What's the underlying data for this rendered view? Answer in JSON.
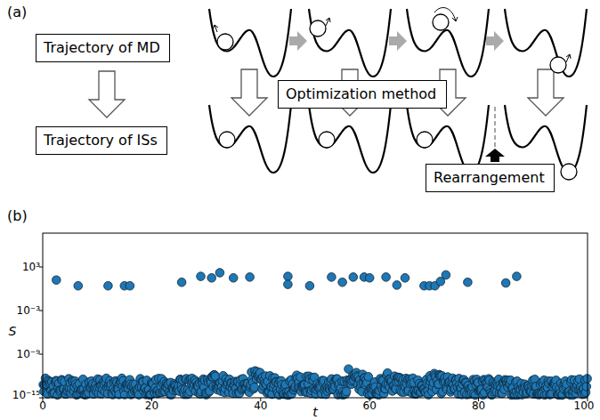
{
  "diagram": {
    "nodes": [
      {
        "text": [
          "Trajectory of MD"
        ]
      },
      {
        "text": [
          "Trajectory of ISs"
        ]
      },
      {
        "text": [
          "Optimization method"
        ]
      },
      {
        "text": [
          "Rearrangement"
        ]
      }
    ],
    "labels": [
      "(a)",
      "(b)",
      "10³",
      "10⁻³",
      "10⁻⁹",
      "10⁻¹⁵",
      "0",
      "20",
      "40",
      "60",
      "80",
      "100",
      "S",
      "t"
    ]
  }
}
